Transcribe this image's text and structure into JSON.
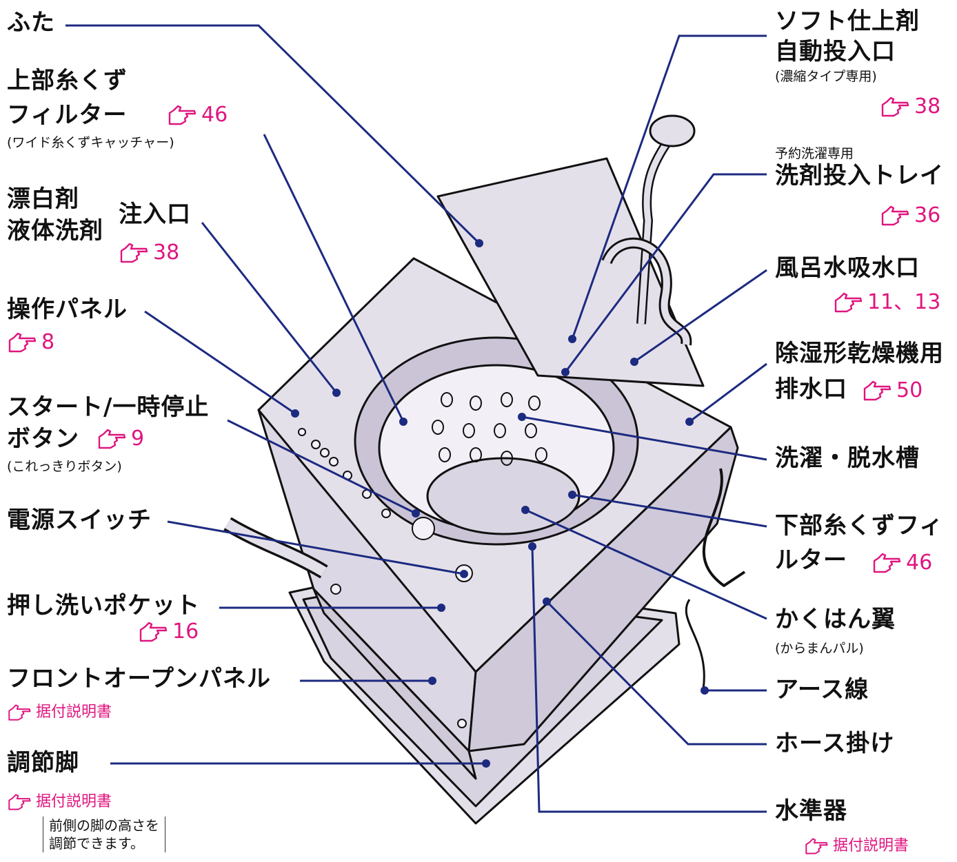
{
  "colors": {
    "leader": "#1c2a80",
    "reference": "#e0157f",
    "machine_fill": "#e4e0ea",
    "machine_stroke": "#111111"
  },
  "icons": {
    "reference": "pointing-hand-icon"
  },
  "labels": {
    "futa": "ふた",
    "upper_filter_1": "上部糸くず",
    "upper_filter_2": "フィルター",
    "upper_filter_sub": "(ワイド糸くずキャッチャー)",
    "upper_filter_ref": "46",
    "bleach_1": "漂白剤",
    "bleach_2": "液体洗剤",
    "inlet": "注入口",
    "inlet_ref": "38",
    "panel": "操作パネル",
    "panel_ref": "8",
    "start_1": "スタート/一時停止",
    "start_2": "ボタン",
    "start_ref": "9",
    "start_sub": "(これっきりボタン)",
    "power": "電源スイッチ",
    "pocket": "押し洗いポケット",
    "pocket_ref": "16",
    "front_panel": "フロントオープンパネル",
    "front_panel_ref": "据付説明書",
    "foot": "調節脚",
    "foot_ref": "据付説明書",
    "foot_note_1": "前側の脚の高さを",
    "foot_note_2": "調節できます。",
    "softener_1": "ソフト仕上剤",
    "softener_2": "自動投入口",
    "softener_sub": "(濃縮タイプ専用)",
    "softener_ref": "38",
    "tray_sub": "予約洗濯専用",
    "tray": "洗剤投入トレイ",
    "tray_ref": "36",
    "bath": "風呂水吸水口",
    "bath_ref": "11、13",
    "drain_1": "除湿形乾燥機用",
    "drain_2": "排水口",
    "drain_ref": "50",
    "tub": "洗濯・脱水槽",
    "lower_filter_1": "下部糸くずフィ",
    "lower_filter_2": "ルター",
    "lower_filter_ref": "46",
    "pulsator": "かくはん翼",
    "pulsator_sub": "(からまんパル)",
    "earth": "アース線",
    "hose_hook": "ホース掛け",
    "level": "水準器",
    "level_ref": "据付説明書"
  }
}
